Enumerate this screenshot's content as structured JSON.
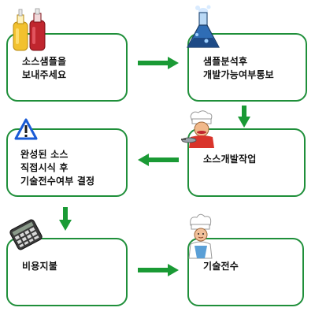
{
  "steps": [
    {
      "label": "소스샘플을\n보내주세요",
      "icon": "sauce-bottles-icon"
    },
    {
      "label": "샘플분석후\n개발가능여부통보",
      "icon": "lab-flask-icon"
    },
    {
      "label": "소스개발작업",
      "icon": "chef-cooking-icon"
    },
    {
      "label": "완성된 소스\n직접시식 후\n기술전수여부 결정",
      "icon": "warning-triangle-icon"
    },
    {
      "label": "비용지불",
      "icon": "calculator-icon"
    },
    {
      "label": "기술전수",
      "icon": "chef-icon"
    }
  ],
  "colors": {
    "box_border": "#1f8f3a",
    "arrow": "#1a9a35"
  }
}
